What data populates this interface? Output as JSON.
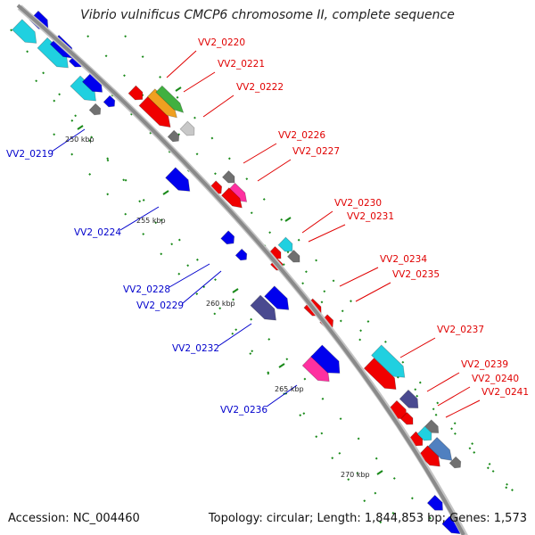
{
  "title": "Vibrio vulnificus CMCP6 chromosome II, complete sequence",
  "footer": {
    "accession": "Accession: NC_004460",
    "summary": "Topology: circular; Length: 1,844,853 bp; Genes: 1,573"
  },
  "scale_labels": [
    "250 kbp",
    "255 kbp",
    "260 kbp",
    "265 kbp",
    "270 kbp"
  ],
  "gene_labels_forward": [
    "VV2_0220",
    "VV2_0221",
    "VV2_0222",
    "VV2_0226",
    "VV2_0227",
    "VV2_0230",
    "VV2_0231",
    "VV2_0234",
    "VV2_0235",
    "VV2_0237",
    "VV2_0239",
    "VV2_0240",
    "VV2_0241"
  ],
  "gene_labels_reverse": [
    "VV2_0219",
    "VV2_0224",
    "VV2_0228",
    "VV2_0229",
    "VV2_0232",
    "VV2_0236"
  ],
  "colors": {
    "backbone": "#8a8a8a",
    "forward_label": "#e00000",
    "reverse_label": "#0000cc",
    "tick": "#1a8a1a",
    "gene_red": "#f00000",
    "gene_blue": "#0000ee",
    "gene_cyan": "#20d0e0",
    "gene_gray": "#707070",
    "gene_darkslate": "#4a4a90",
    "gene_magenta": "#ff30a0",
    "gene_orange": "#f0a020",
    "gene_green": "#40b040",
    "gene_lightgray": "#c8c8c8",
    "gene_steel": "#5080c0"
  }
}
